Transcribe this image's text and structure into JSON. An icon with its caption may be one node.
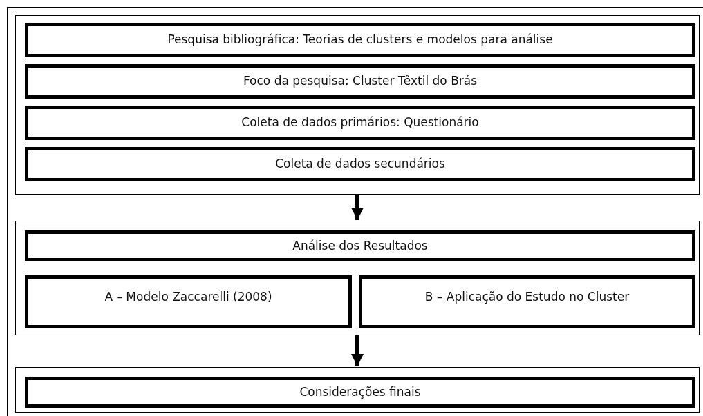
{
  "diagram": {
    "nodes": [
      {
        "text": [],
        "shape": "box"
      },
      {
        "text": [
          "Pesquisa bibliográfica: Teorias de clusters e modelos para análise"
        ],
        "in": 0
      },
      {
        "text": [
          "Foco da pesquisa: Cluster Têxtil do Brás"
        ],
        "in": 0
      },
      {
        "text": [
          "Coleta de dados primários: Questionário"
        ],
        "in": 0
      },
      {
        "text": [
          "Coleta de dados secundários"
        ],
        "in": 0
      },
      {
        "text": [],
        "shape": "box"
      },
      {
        "text": [
          "Análise dos Resultados"
        ],
        "in": 5
      },
      {
        "text": [
          "A – Modelo Zaccarelli (2008)"
        ],
        "in": 5
      },
      {
        "text": [
          "B – Aplicação do Estudo no Cluster"
        ],
        "in": 5
      },
      {
        "text": [],
        "shape": "box"
      },
      {
        "text": [
          "Considerações finais"
        ],
        "in": 9
      }
    ],
    "edges": [
      {
        "from": 0,
        "to": 5,
        "arrow": "to"
      },
      {
        "from": 5,
        "to": 9,
        "arrow": "to"
      }
    ]
  }
}
